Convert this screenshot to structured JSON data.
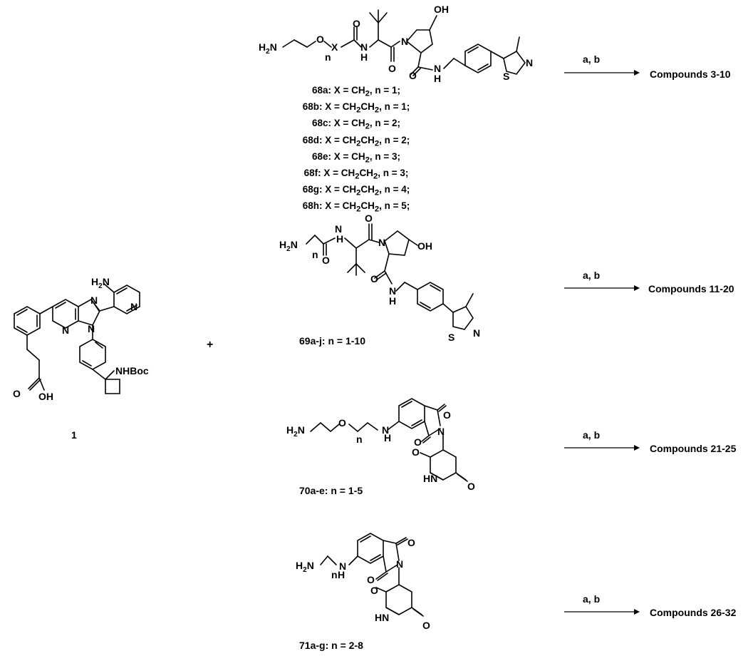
{
  "reactant": {
    "compound_number": "1",
    "atom_labels": [
      "H2N",
      "N",
      "N",
      "N",
      "N",
      "NHBoc",
      "O",
      "OH"
    ]
  },
  "plus_sign": "+",
  "series": [
    {
      "id": "68",
      "atom_labels": [
        "H2N",
        "O",
        "X",
        "n",
        "N",
        "O",
        "OH",
        "N",
        "O",
        "N",
        "N",
        "S",
        "H",
        "H"
      ],
      "definitions": [
        {
          "code": "68a",
          "x": "CH",
          "x_sub": "2",
          "x_rest": "",
          "n": "1"
        },
        {
          "code": "68b",
          "x": "CH",
          "x_sub": "2",
          "x_rest": "CH",
          "x_sub2": "2",
          "n": "1"
        },
        {
          "code": "68c",
          "x": "CH",
          "x_sub": "2",
          "x_rest": "",
          "n": "2"
        },
        {
          "code": "68d",
          "x": "CH",
          "x_sub": "2",
          "x_rest": "CH",
          "x_sub2": "2",
          "n": "2"
        },
        {
          "code": "68e",
          "x": "CH",
          "x_sub": "2",
          "x_rest": "",
          "n": "3"
        },
        {
          "code": "68f",
          "x": "CH",
          "x_sub": "2",
          "x_rest": "CH",
          "x_sub2": "2",
          "n": "3"
        },
        {
          "code": "68g",
          "x": "CH",
          "x_sub": "2",
          "x_rest": "CH",
          "x_sub2": "2",
          "n": "4"
        },
        {
          "code": "68h",
          "x": "CH",
          "x_sub": "2",
          "x_rest": "CH",
          "x_sub2": "2",
          "n": "5"
        }
      ],
      "conditions": "a, b",
      "product": "Compounds 3-10"
    },
    {
      "id": "69",
      "label": "69a-j: n = 1-10",
      "atom_labels": [
        "H2N",
        "n",
        "O",
        "N",
        "H",
        "O",
        "N",
        "OH",
        "O",
        "N",
        "H",
        "N",
        "S"
      ],
      "conditions": "a, b",
      "product": "Compounds 11-20"
    },
    {
      "id": "70",
      "label": "70a-e: n = 1-5",
      "atom_labels": [
        "H2N",
        "O",
        "n",
        "N",
        "H",
        "O",
        "N",
        "O",
        "O",
        "N",
        "H",
        "O"
      ],
      "conditions": "a, b",
      "product": "Compounds 21-25"
    },
    {
      "id": "71",
      "label": "71a-g: n = 2-8",
      "atom_labels": [
        "H2N",
        "n",
        "H",
        "N",
        "O",
        "N",
        "O",
        "O",
        "N",
        "H",
        "O"
      ],
      "conditions": "a, b",
      "product": "Compounds 26-32"
    }
  ]
}
